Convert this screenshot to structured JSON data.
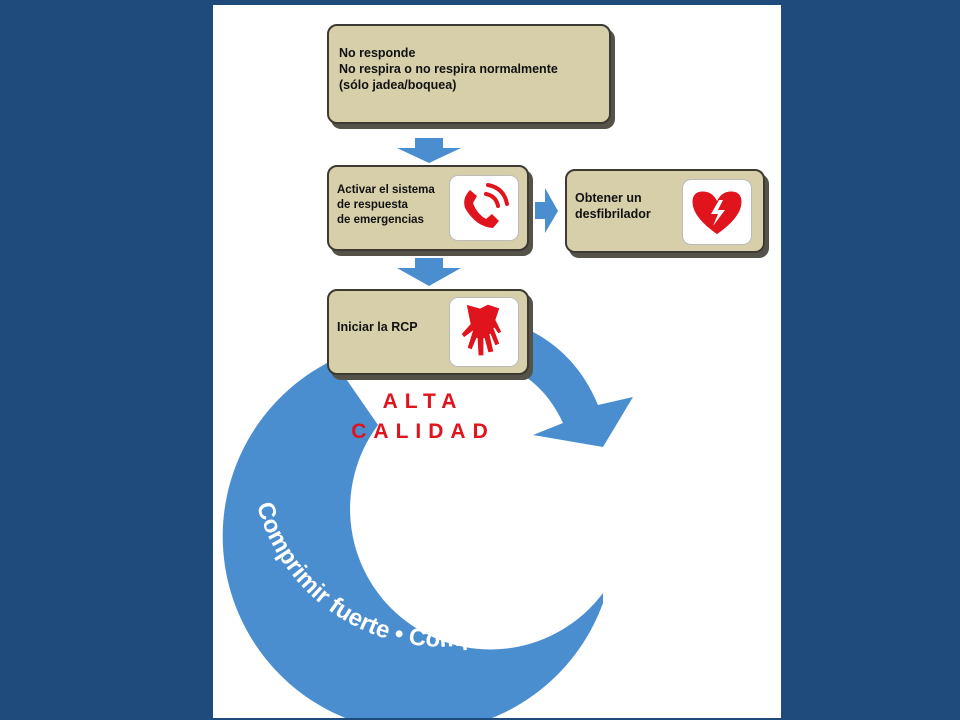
{
  "box_no_responde": {
    "line1": "No responde",
    "line2": "No respira o no respira normalmente",
    "line3": "(sólo jadea/boquea)"
  },
  "box_activar": {
    "line1": "Activar el sistema",
    "line2": "de respuesta",
    "line3": "de emergencias",
    "icon": "phone-icon"
  },
  "box_obtener": {
    "line1": "Obtener un",
    "line2": "desfibrilador",
    "icon": "heart-lightning-icon"
  },
  "box_rcp": {
    "line1": "Iniciar la RCP",
    "icon": "hands-compression-icon"
  },
  "quality": {
    "line1": "ALTA",
    "line2": "CALIDAD"
  },
  "cycle": {
    "text": "Comprimir fuerte • Comprimir rápido"
  },
  "colors": {
    "background": "#1f4a7c",
    "box_fill": "#d6cfa9",
    "arrow_blue": "#4a8ed0",
    "accent_red": "#e0141d"
  }
}
